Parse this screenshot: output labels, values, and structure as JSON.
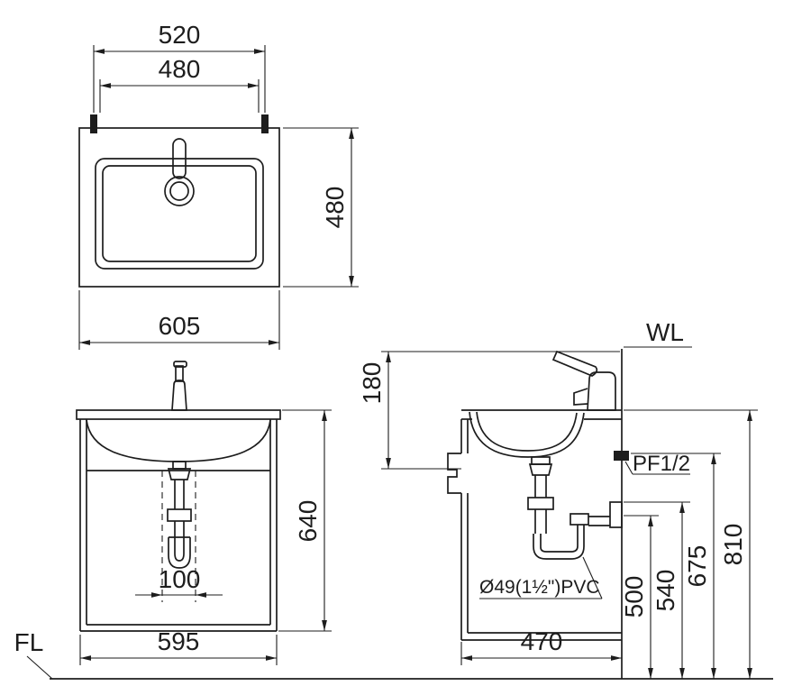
{
  "colors": {
    "ink": "#1d1d1d",
    "background": "#ffffff"
  },
  "plan_view": {
    "dim_mount_width": "520",
    "dim_hole_width": "480",
    "dim_depth": "480",
    "dim_overall_width": "605"
  },
  "front_view": {
    "dim_height": "640",
    "dim_trap_spacing": "100",
    "dim_cabinet_width": "595",
    "floor_line_label": "FL"
  },
  "side_view": {
    "wall_line_label": "WL",
    "dim_faucet_clearance": "180",
    "water_supply_label": "PF1/2",
    "drain_pipe_label": "Ø49(1½\")PVC",
    "dim_trap_outlet_height": "500",
    "dim_drain_height": "540",
    "dim_supply_height": "675",
    "dim_counter_height": "810",
    "dim_depth": "470"
  }
}
